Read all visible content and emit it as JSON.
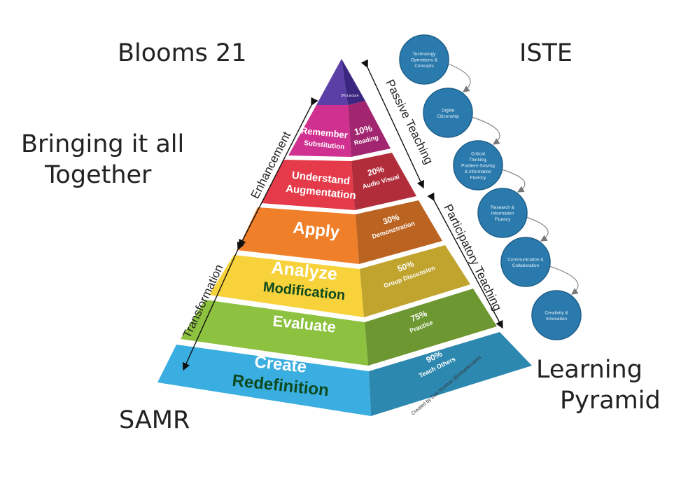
{
  "corner_labels": {
    "blooms": "Blooms 21",
    "iste": "ISTE",
    "samr": "SAMR",
    "learning_pyramid_line1": "Learning",
    "learning_pyramid_line2": "Pyramid"
  },
  "subtitle": {
    "line1": "Bringing it all",
    "line2": "Together"
  },
  "pyramid": {
    "apex_text": "5% Lecture",
    "levels": [
      {
        "bloom": "Remember",
        "samr": "Substitution",
        "percent": "10%",
        "method": "Reading",
        "color": "#d0308f"
      },
      {
        "bloom": "Understand",
        "samr": "Augmentation",
        "percent": "20%",
        "method": "Audio Visual",
        "color": "#e43a4a"
      },
      {
        "bloom": "Apply",
        "samr": "",
        "percent": "30%",
        "method": "Demonstration",
        "color": "#f07f2a"
      },
      {
        "bloom": "Analyze",
        "samr": "Modification",
        "percent": "50%",
        "method": "Group Discussion",
        "color": "#f7d23a"
      },
      {
        "bloom": "Evaluate",
        "samr": "",
        "percent": "75%",
        "method": "Practice",
        "color": "#8cc23f"
      },
      {
        "bloom": "Create",
        "samr": "Redefinition",
        "percent": "90%",
        "method": "Teach Others",
        "color": "#3aaee0"
      }
    ],
    "credit": "Created by Don Norman @ictineducators"
  },
  "arrows": {
    "enhancement": "Enhancement",
    "transformation": "Transformation",
    "passive": "Passive Teaching",
    "participatory": "Participatory Teaching"
  },
  "iste_circles": [
    "Technology Operations & Concepts",
    "Digital Citizenship",
    "Critical Thinking, Problem-Solving & information Fluency",
    "Research & Information Fluency",
    "Communication & Collaboration",
    "Creativity & Innovation"
  ],
  "colors": {
    "circle_fill": "#2a7aad",
    "circle_stroke": "#1e5f8a",
    "apex": "#5b3fa6",
    "samr_text": "#0d4a1f"
  }
}
